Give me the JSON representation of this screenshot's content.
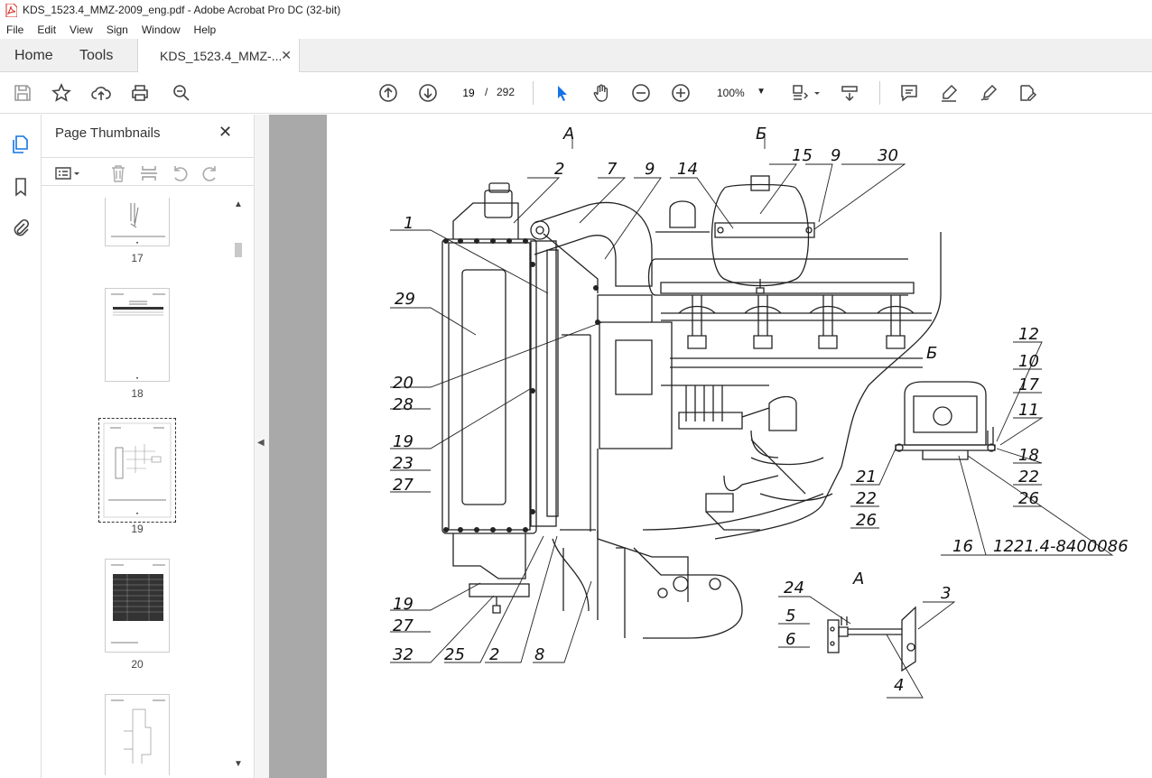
{
  "window": {
    "title": "KDS_1523.4_MMZ-2009_eng.pdf - Adobe Acrobat Pro DC (32-bit)"
  },
  "menu": [
    "File",
    "Edit",
    "View",
    "Sign",
    "Window",
    "Help"
  ],
  "tabs": {
    "home": "Home",
    "tools": "Tools",
    "doc": "KDS_1523.4_MMZ-...",
    "doc_close": "✕"
  },
  "toolbar": {
    "page_current": "19",
    "page_sep": "/",
    "page_total": "292",
    "zoom": "100%"
  },
  "panel": {
    "title": "Page Thumbnails",
    "close": "✕",
    "thumbnails": [
      {
        "label": "17"
      },
      {
        "label": "18"
      },
      {
        "label": "19"
      },
      {
        "label": "20"
      }
    ]
  },
  "drawing_labels": {
    "view_a": "А",
    "view_b": "Б",
    "detail_b": "Б",
    "detail_a": "А",
    "n1": "1",
    "n2a": "2",
    "n7": "7",
    "n9a": "9",
    "n14": "14",
    "n15": "15",
    "n9b": "9",
    "n30": "30",
    "n29": "29",
    "n20": "20",
    "n28": "28",
    "n19a": "19",
    "n23": "23",
    "n27a": "27",
    "n19b": "19",
    "n27b": "27",
    "n32": "32",
    "n25": "25",
    "n2b": "2",
    "n8": "8",
    "n12": "12",
    "n10": "10",
    "n17": "17",
    "n11": "11",
    "n18": "18",
    "n22a": "22",
    "n26a": "26",
    "n21": "21",
    "n22b": "22",
    "n26b": "26",
    "n16": "16",
    "part_no": "1221.4-8400086",
    "n24": "24",
    "n3": "3",
    "n5": "5",
    "n6": "6",
    "n4": "4"
  },
  "colors": {
    "accent": "#1473e6",
    "tabbar": "#f0f0f0",
    "doc_bg": "#a9a9a9"
  }
}
